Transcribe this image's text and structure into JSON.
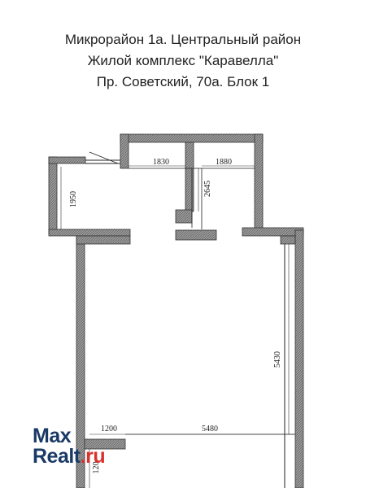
{
  "header": {
    "line1": "Микрорайон 1а. Центральный район",
    "line2": "Жилой комплекс \"Каравелла\"",
    "line3": "Пр. Советский, 70а. Блок 1"
  },
  "dimensions": {
    "d1830": "1830",
    "d1880": "1880",
    "d1950": "1950",
    "d2645": "2645",
    "d5430": "5430",
    "d1200": "1200",
    "d5480": "5480",
    "d120_vertical": "120"
  },
  "watermark": {
    "line1": "Max",
    "line2_a": "Realt",
    "line2_b": ".ru"
  },
  "colors": {
    "wall": "#8a8a8a",
    "line": "#222222",
    "brand_blue": "#1a3a66",
    "brand_red": "#d9322b"
  }
}
